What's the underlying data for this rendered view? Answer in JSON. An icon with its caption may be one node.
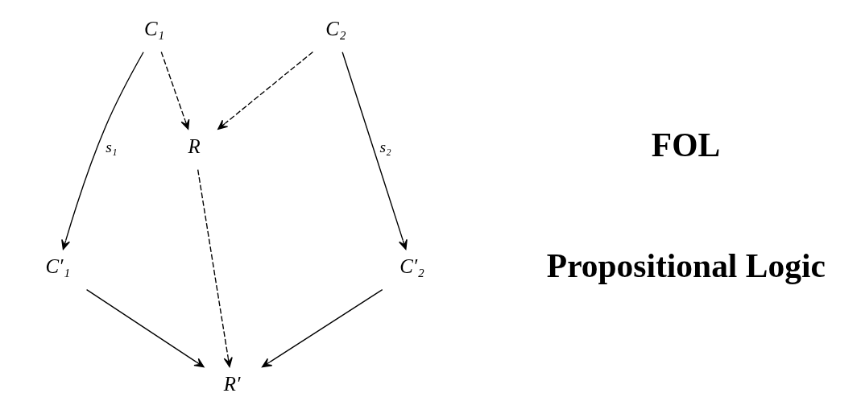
{
  "diagram": {
    "nodes": [
      {
        "text": [
          "C₁"
        ]
      },
      {
        "text": [
          "C₂"
        ]
      },
      {
        "text": [
          "R"
        ]
      },
      {
        "text": [
          "C′₁"
        ]
      },
      {
        "text": [
          "C′₂"
        ]
      },
      {
        "text": [
          "R′"
        ]
      }
    ],
    "edges": [
      {
        "from": 0,
        "to": 2,
        "arrow": "to",
        "style": "dashed"
      },
      {
        "from": 1,
        "to": 2,
        "arrow": "to",
        "style": "dashed"
      },
      {
        "from": 0,
        "to": 3,
        "arrow": "to",
        "label": "s₁"
      },
      {
        "from": 1,
        "to": 4,
        "arrow": "to",
        "label": "s₂"
      },
      {
        "from": 2,
        "to": 5,
        "arrow": "to",
        "style": "dashed"
      },
      {
        "from": 3,
        "to": 5,
        "arrow": "to"
      },
      {
        "from": 4,
        "to": 5,
        "arrow": "to"
      }
    ],
    "labels": [
      "FOL",
      "Propositional Logic"
    ]
  }
}
